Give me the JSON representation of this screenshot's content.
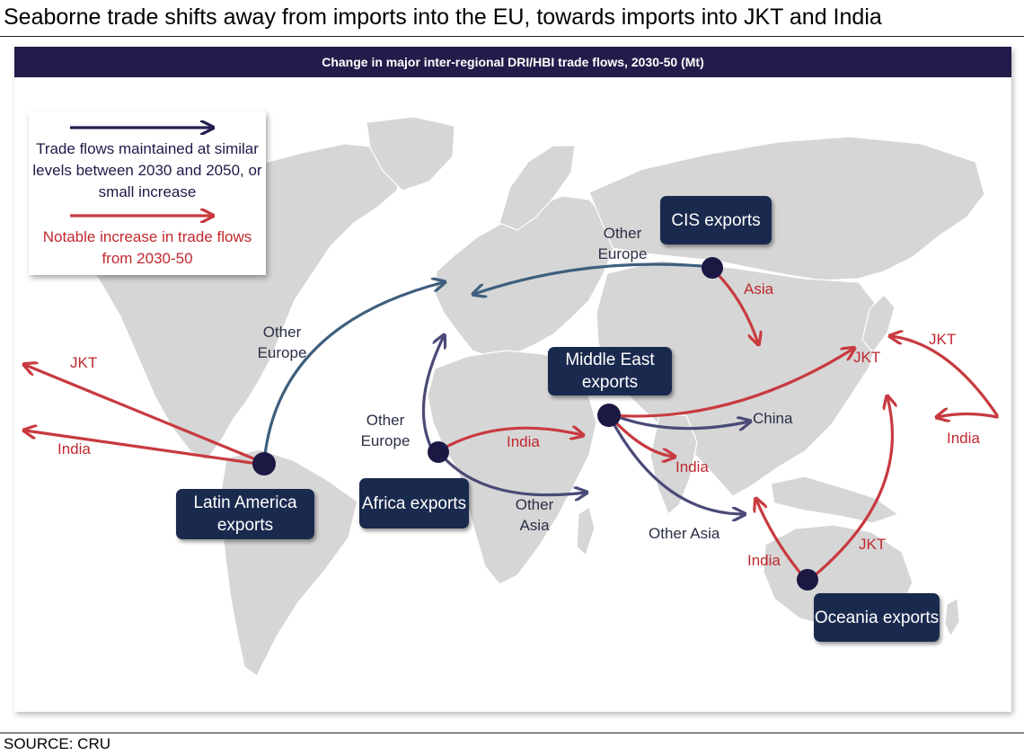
{
  "headline": "Seaborne trade shifts away from imports into the EU, towards imports into JKT and India",
  "map": {
    "title": "Change in major inter-regional DRI/HBI  trade flows, 2030-50 (Mt)",
    "legend": {
      "maintained_text": "Trade flows maintained at similar levels between 2030 and 2050, or small increase",
      "increase_text": "Notable increase in trade flows from 2030-50",
      "colors": {
        "maintained": "#232050",
        "increase": "#c83a3f"
      }
    },
    "exporters": {
      "cis": "CIS exports",
      "middle_east": "Middle East exports",
      "latin_america": "Latin America exports",
      "africa": "Africa exports",
      "oceania": "Oceania exports"
    },
    "flows": {
      "cis_europe": "Other Europe",
      "cis_asia": "Asia",
      "latam_europe": "Other Europe",
      "latam_jkt": "JKT",
      "latam_india": "India",
      "africa_europe": "Other Europe",
      "africa_india": "India",
      "africa_asia": "Other Asia",
      "me_jkt": "JKT",
      "me_china": "China",
      "me_india": "India",
      "me_asia": "Other Asia",
      "jkt_right": "JKT",
      "india_right": "India",
      "oceania_india": "India",
      "oceania_jkt": "JKT"
    }
  },
  "source": "SOURCE: CRU"
}
